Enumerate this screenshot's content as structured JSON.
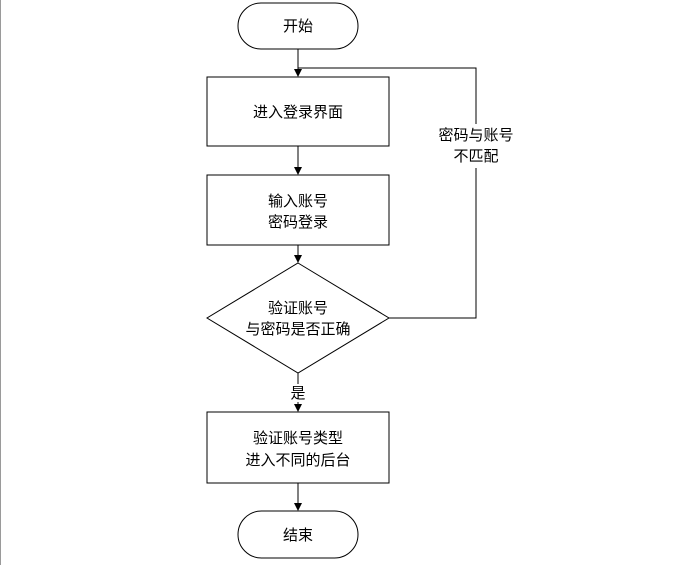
{
  "diagram": {
    "start": "开始",
    "enter_login": "进入登录界面",
    "input_account": [
      "输入账号",
      "密码登录"
    ],
    "verify": [
      "验证账号",
      "与密码是否正确"
    ],
    "mismatch_label": [
      "密码与账号",
      "不匹配"
    ],
    "yes_label": "是",
    "route": [
      "验证账号类型",
      "进入不同的后台"
    ],
    "end": "结束"
  }
}
